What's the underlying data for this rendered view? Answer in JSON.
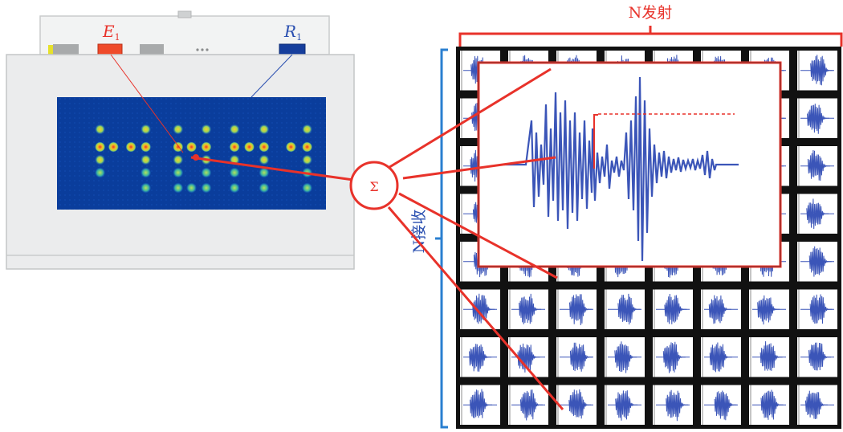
{
  "labels": {
    "emitter": "E",
    "emitter_sub": "1",
    "receiver": "R",
    "receiver_sub": "1",
    "transmit": "N发射",
    "receive": "N接收",
    "sum": "Σ"
  },
  "grid": {
    "rows": 8,
    "cols": 8
  },
  "colors": {
    "red": "#e8322a",
    "blue": "#2a4fb0",
    "scan_bg": "#0a3d9c",
    "device_body": "#eceded",
    "signal": "#3b55b8"
  },
  "dots": {
    "columns": [
      {
        "x": 0.16,
        "rows": [
          0,
          1,
          2,
          3
        ]
      },
      {
        "x": 0.21,
        "rows": [
          1
        ]
      },
      {
        "x": 0.275,
        "rows": [
          1
        ]
      },
      {
        "x": 0.33,
        "rows": [
          0,
          1,
          2,
          3,
          4
        ]
      },
      {
        "x": 0.45,
        "rows": [
          0,
          1,
          2,
          3,
          4
        ]
      },
      {
        "x": 0.5,
        "rows": [
          1,
          4
        ]
      },
      {
        "x": 0.555,
        "rows": [
          0,
          1,
          2,
          3,
          4
        ]
      },
      {
        "x": 0.66,
        "rows": [
          0,
          1,
          2,
          3,
          4
        ]
      },
      {
        "x": 0.715,
        "rows": [
          1
        ]
      },
      {
        "x": 0.77,
        "rows": [
          0,
          1,
          2,
          3,
          4
        ]
      },
      {
        "x": 0.87,
        "rows": [
          1
        ]
      },
      {
        "x": 0.93,
        "rows": [
          0,
          1,
          2,
          3,
          4
        ]
      }
    ]
  }
}
